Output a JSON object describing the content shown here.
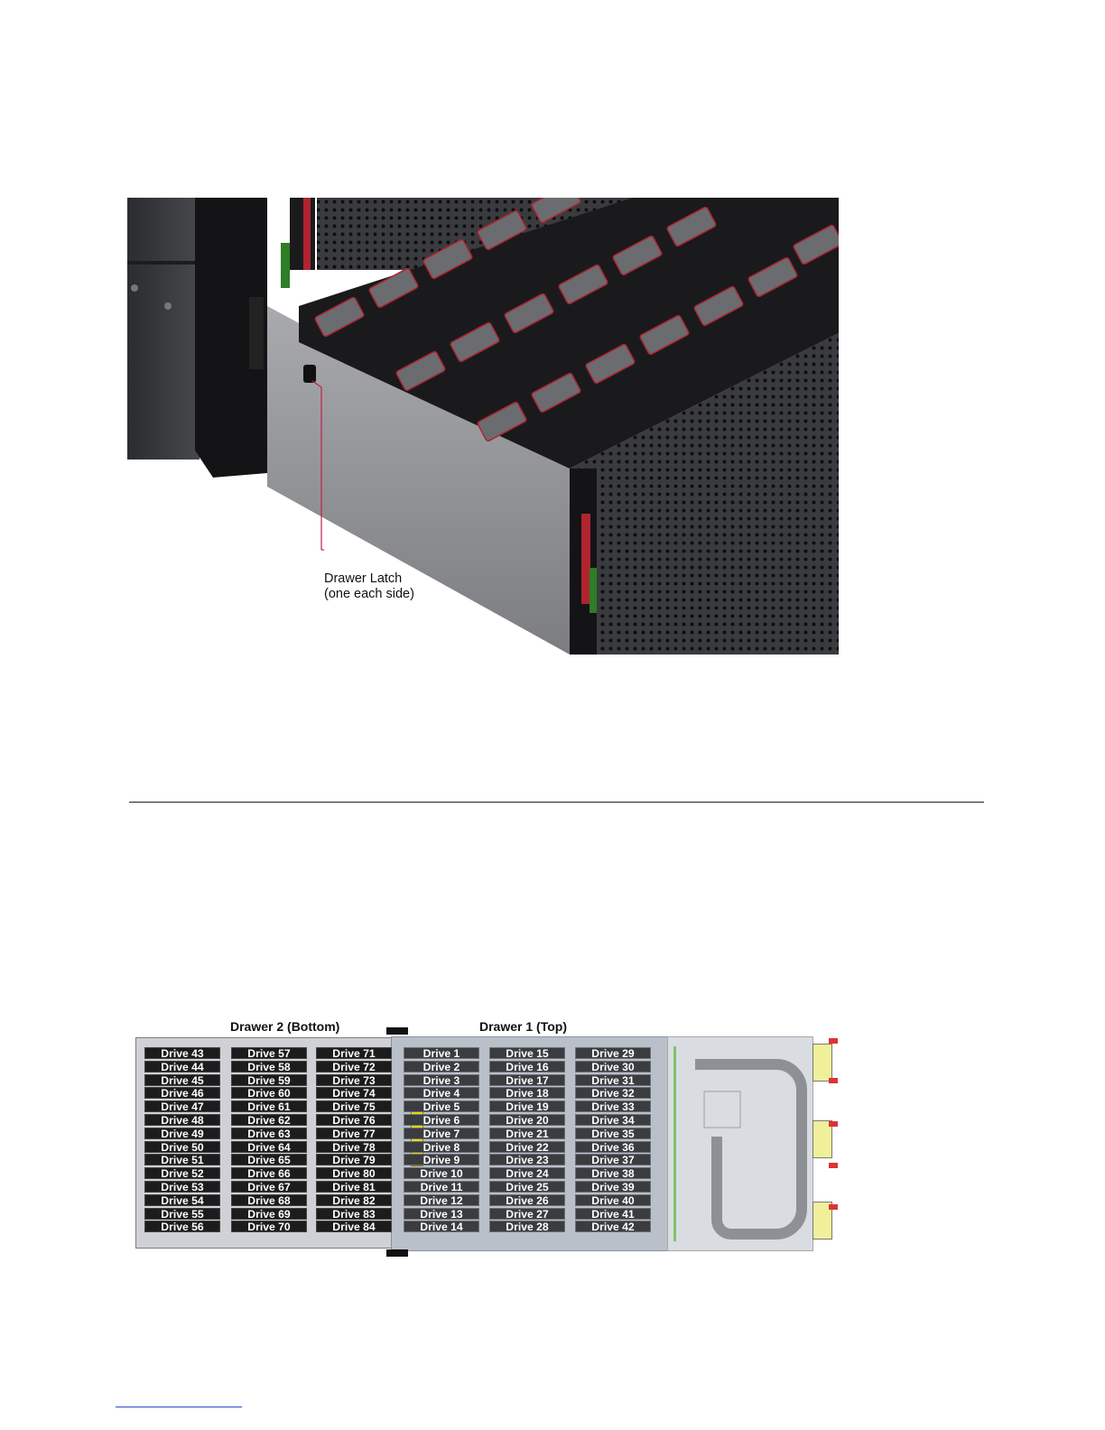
{
  "figure1": {
    "callout_line1": "Drawer Latch",
    "callout_line2": "(one each side)"
  },
  "drawer_map": {
    "drawer2_title": "Drawer 2 (Bottom)",
    "drawer1_title": "Drawer 1 (Top)",
    "drawer2_columns": [
      [
        "Drive 43",
        "Drive 44",
        "Drive 45",
        "Drive 46",
        "Drive 47",
        "Drive 48",
        "Drive 49",
        "Drive 50",
        "Drive 51",
        "Drive 52",
        "Drive 53",
        "Drive 54",
        "Drive 55",
        "Drive 56"
      ],
      [
        "Drive 57",
        "Drive 58",
        "Drive 59",
        "Drive 60",
        "Drive 61",
        "Drive 62",
        "Drive 63",
        "Drive 64",
        "Drive 65",
        "Drive 66",
        "Drive 67",
        "Drive 68",
        "Drive 69",
        "Drive 70"
      ],
      [
        "Drive 71",
        "Drive 72",
        "Drive 73",
        "Drive 74",
        "Drive 75",
        "Drive 76",
        "Drive 77",
        "Drive 78",
        "Drive 79",
        "Drive 80",
        "Drive 81",
        "Drive 82",
        "Drive 83",
        "Drive 84"
      ]
    ],
    "drawer1_columns": [
      [
        "Drive 1",
        "Drive 2",
        "Drive 3",
        "Drive 4",
        "Drive 5",
        "Drive 6",
        "Drive 7",
        "Drive 8",
        "Drive 9",
        "Drive 10",
        "Drive 11",
        "Drive 12",
        "Drive 13",
        "Drive 14"
      ],
      [
        "Drive 15",
        "Drive 16",
        "Drive 17",
        "Drive 18",
        "Drive 19",
        "Drive 20",
        "Drive 21",
        "Drive 22",
        "Drive 23",
        "Drive 24",
        "Drive 25",
        "Drive 26",
        "Drive 27",
        "Drive 28"
      ],
      [
        "Drive 29",
        "Drive 30",
        "Drive 31",
        "Drive 32",
        "Drive 33",
        "Drive 34",
        "Drive 35",
        "Drive 36",
        "Drive 37",
        "Drive 38",
        "Drive 39",
        "Drive 40",
        "Drive 41",
        "Drive 42"
      ]
    ]
  }
}
